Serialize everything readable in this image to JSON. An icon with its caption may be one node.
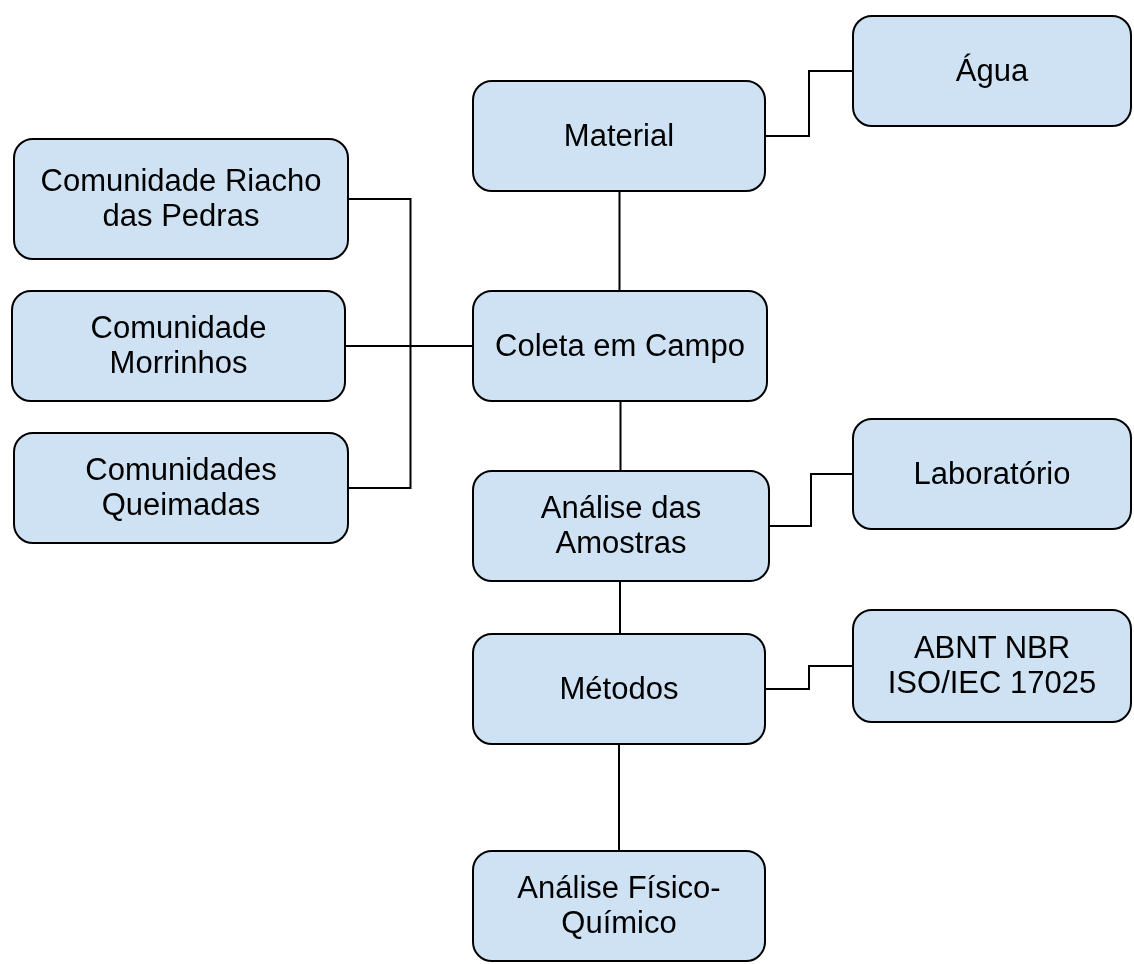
{
  "diagram": {
    "nodes": [
      {
        "text": [
          "Material"
        ]
      },
      {
        "text": [
          "Água"
        ]
      },
      {
        "text": [
          "Comunidade Riacho das Pedras"
        ]
      },
      {
        "text": [
          "Comunidade Morrinhos"
        ]
      },
      {
        "text": [
          "Comunidades Queimadas"
        ]
      },
      {
        "text": [
          "Coleta em Campo"
        ]
      },
      {
        "text": [
          "Análise das Amostras"
        ]
      },
      {
        "text": [
          "Laboratório"
        ]
      },
      {
        "text": [
          "Métodos"
        ]
      },
      {
        "text": [
          "ABNT NBR ISO/IEC 17025"
        ]
      },
      {
        "text": [
          "Análise Físico-Químico"
        ]
      }
    ],
    "edges": [
      {
        "from": 0,
        "to": 1,
        "arrow": "none"
      },
      {
        "from": 0,
        "to": 5,
        "arrow": "none"
      },
      {
        "from": 2,
        "to": 5,
        "arrow": "none"
      },
      {
        "from": 3,
        "to": 5,
        "arrow": "none"
      },
      {
        "from": 4,
        "to": 5,
        "arrow": "none"
      },
      {
        "from": 5,
        "to": 6,
        "arrow": "none"
      },
      {
        "from": 6,
        "to": 7,
        "arrow": "none"
      },
      {
        "from": 6,
        "to": 8,
        "arrow": "none"
      },
      {
        "from": 8,
        "to": 9,
        "arrow": "none"
      },
      {
        "from": 8,
        "to": 10,
        "arrow": "none"
      }
    ]
  }
}
